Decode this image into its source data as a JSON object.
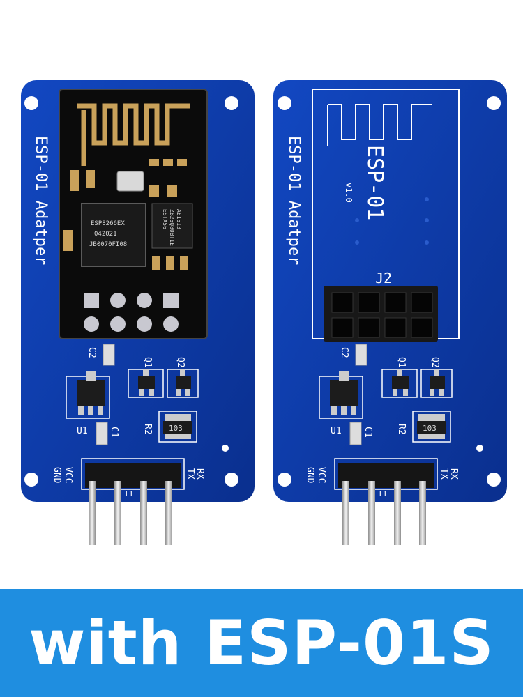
{
  "banner": {
    "text": "with ESP-01S"
  },
  "left_board": {
    "side_label": "ESP-01 Adatper",
    "chip_main": [
      "ESP8266EX",
      "042021",
      "JB0070FI08"
    ],
    "chip_flash": [
      "ESTA56",
      "ZB25Q80BTIE",
      "AE1513"
    ],
    "refs": {
      "c2": "C2",
      "q1": "Q1",
      "q2": "Q2",
      "u1": "U1",
      "c1": "C1",
      "r2": "R2",
      "res": "103",
      "t1": "T1"
    },
    "pins": {
      "gnd": "GND",
      "vcc": "VCC",
      "rx": "RX",
      "tx": "TX"
    }
  },
  "right_board": {
    "side_label": "ESP-01 Adatper",
    "module_label": "ESP-01",
    "version": "v1.0",
    "connector": "J2",
    "refs": {
      "c2": "C2",
      "q1": "Q1",
      "q2": "Q2",
      "u1": "U1",
      "c1": "C1",
      "r2": "R2",
      "res": "103",
      "t1": "T1"
    },
    "pins": {
      "gnd": "GND",
      "vcc": "VCC",
      "rx": "RX",
      "tx": "TX"
    }
  },
  "colors": {
    "board": "#0a3aa6",
    "banner": "#1f8ee0",
    "module": "#0b0b0b",
    "antenna": "#c9a15a"
  }
}
